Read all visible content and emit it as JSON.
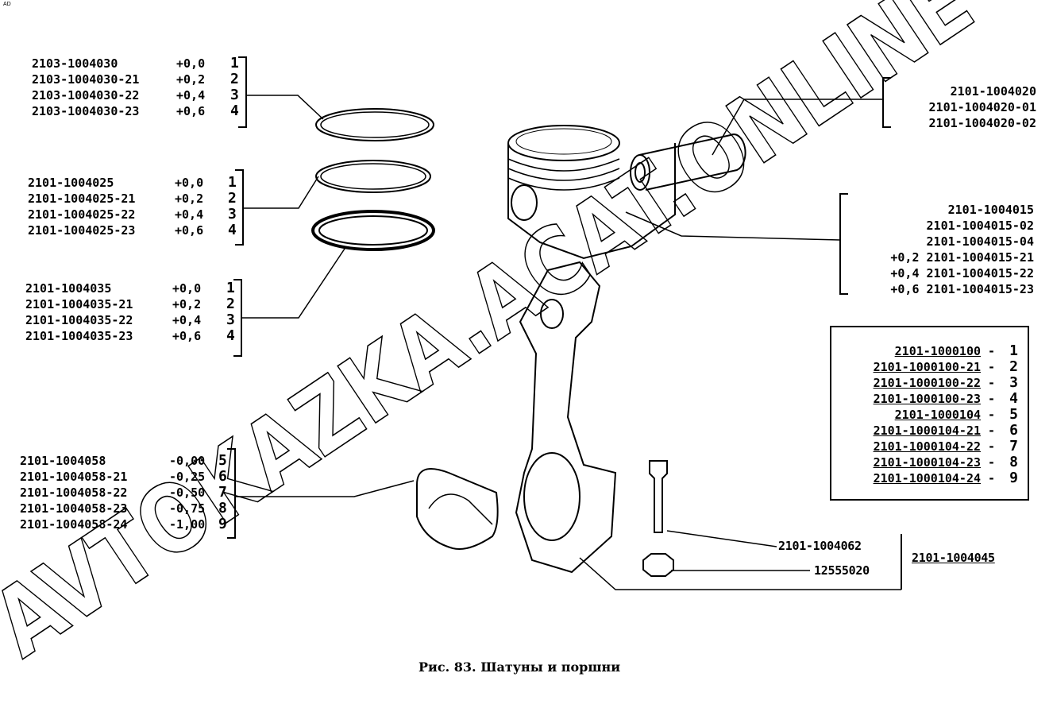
{
  "corner_mark": "AD",
  "watermark": "AVTOKAZKA.ACAT.ONLINE",
  "caption": "Рис. 83. Шатуны и поршни",
  "ring_group_1": [
    {
      "part": "2103-1004030",
      "tol": "+0,0",
      "idx": "1"
    },
    {
      "part": "2103-1004030-21",
      "tol": "+0,2",
      "idx": "2"
    },
    {
      "part": "2103-1004030-22",
      "tol": "+0,4",
      "idx": "3"
    },
    {
      "part": "2103-1004030-23",
      "tol": "+0,6",
      "idx": "4"
    }
  ],
  "ring_group_2": [
    {
      "part": "2101-1004025",
      "tol": "+0,0",
      "idx": "1"
    },
    {
      "part": "2101-1004025-21",
      "tol": "+0,2",
      "idx": "2"
    },
    {
      "part": "2101-1004025-22",
      "tol": "+0,4",
      "idx": "3"
    },
    {
      "part": "2101-1004025-23",
      "tol": "+0,6",
      "idx": "4"
    }
  ],
  "ring_group_3": [
    {
      "part": "2101-1004035",
      "tol": "+0,0",
      "idx": "1"
    },
    {
      "part": "2101-1004035-21",
      "tol": "+0,2",
      "idx": "2"
    },
    {
      "part": "2101-1004035-22",
      "tol": "+0,4",
      "idx": "3"
    },
    {
      "part": "2101-1004035-23",
      "tol": "+0,6",
      "idx": "4"
    }
  ],
  "bearing_group": [
    {
      "part": "2101-1004058",
      "tol": "-0,00",
      "idx": "5"
    },
    {
      "part": "2101-1004058-21",
      "tol": "-0,25",
      "idx": "6"
    },
    {
      "part": "2101-1004058-22",
      "tol": "-0,50",
      "idx": "7"
    },
    {
      "part": "2101-1004058-23",
      "tol": "-0,75",
      "idx": "8"
    },
    {
      "part": "2101-1004058-24",
      "tol": "-1,00",
      "idx": "9"
    }
  ],
  "pin_group": [
    "2101-1004020",
    "2101-1004020-01",
    "2101-1004020-02"
  ],
  "piston_group": [
    {
      "tol": "",
      "part": "2101-1004015"
    },
    {
      "tol": "",
      "part": "2101-1004015-02"
    },
    {
      "tol": "",
      "part": "2101-1004015-04"
    },
    {
      "tol": "+0,2",
      "part": "2101-1004015-21"
    },
    {
      "tol": "+0,4",
      "part": "2101-1004015-22"
    },
    {
      "tol": "+0,6",
      "part": "2101-1004015-23"
    }
  ],
  "set_box": [
    {
      "part": "2101-1000100",
      "idx": "1"
    },
    {
      "part": "2101-1000100-21",
      "idx": "2"
    },
    {
      "part": "2101-1000100-22",
      "idx": "3"
    },
    {
      "part": "2101-1000100-23",
      "idx": "4"
    },
    {
      "part": "2101-1000104",
      "idx": "5"
    },
    {
      "part": "2101-1000104-21",
      "idx": "6"
    },
    {
      "part": "2101-1000104-22",
      "idx": "7"
    },
    {
      "part": "2101-1000104-23",
      "idx": "8"
    },
    {
      "part": "2101-1000104-24",
      "idx": "9"
    }
  ],
  "bolt_label": "2101-1004062",
  "nut_label": "12555020",
  "rod_label": "2101-1004045"
}
